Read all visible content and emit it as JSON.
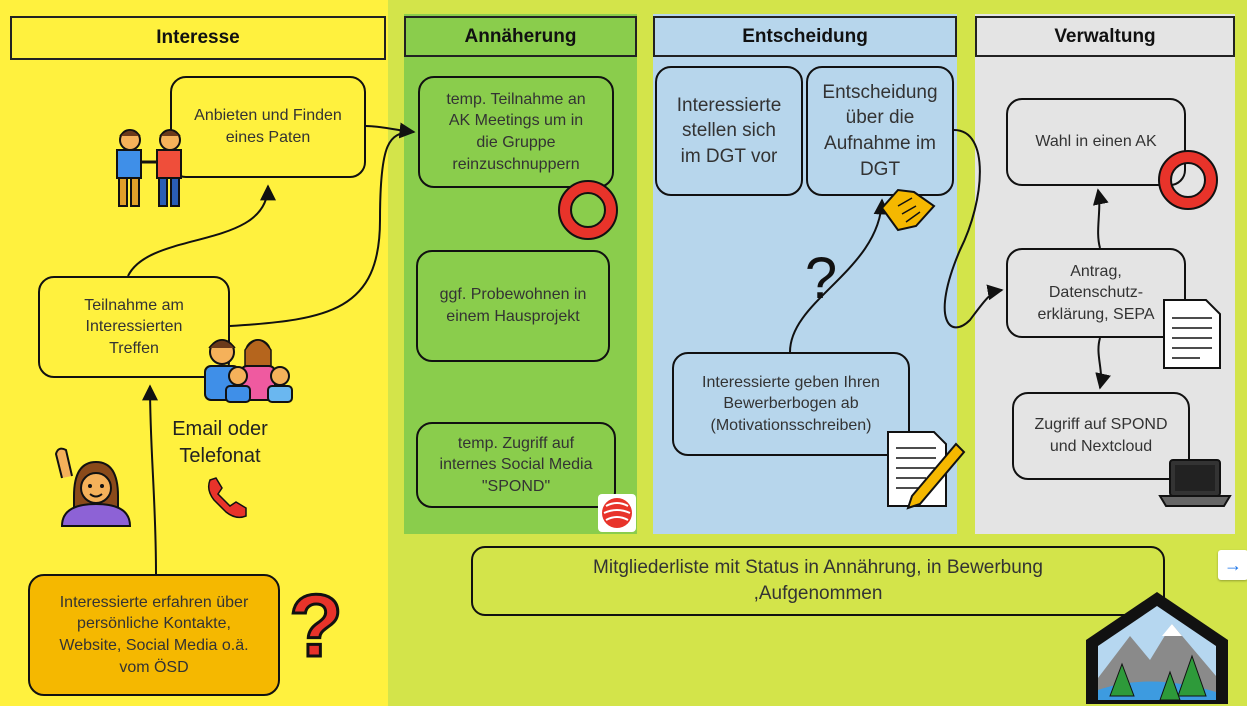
{
  "columns": [
    {
      "title": "Interesse",
      "color": "#fff13e"
    },
    {
      "title": "Annäherung",
      "color": "#8acd4c"
    },
    {
      "title": "Entscheidung",
      "color": "#b7d6ec"
    },
    {
      "title": "Verwaltung",
      "color": "#e4e4e4"
    }
  ],
  "interesse": {
    "pate": "Anbieten und Finden\neines Paten",
    "treffen": "Teilnahme am\nInteressierten\nTreffen",
    "email_label": "Email oder\nTelefonat",
    "erfahren": "Interessierte erfahren über\npersönliche Kontakte,\nWebsite, Social Media o.ä.\nvom ÖSD"
  },
  "annaeherung": {
    "meetings": "temp. Teilnahme an\nAK Meetings um in\ndie Gruppe\nreinzuschnuppern",
    "probewohnen": "ggf. Probewohnen in\neinem Hausprojekt",
    "zugriff": "temp. Zugriff auf\ninternes Social Media\n\"SPOND\""
  },
  "entscheidung": {
    "vorstellen": "Interessierte\nstellen sich\nim DGT vor",
    "aufnahme": "Entscheidung\nüber die\nAufnahme im\nDGT",
    "bewerbung": "Interessierte geben Ihren\nBewerberbogen ab\n(Motivationsschreiben)"
  },
  "verwaltung": {
    "wahl": "Wahl in einen AK",
    "antrag": "Antrag,\nDatenschutz-\nerklärung, SEPA",
    "spond": "Zugriff auf SPOND\nund Nextcloud"
  },
  "mitgliederliste": "Mitgliederliste mit Status in Annährung, in Bewerbung\n,Aufgenommen",
  "question_mark": "?",
  "nav_arrow": "→",
  "colors": {
    "background": "#d3e44a",
    "box_orange": "#f5b800",
    "lifebuoy_red": "#e8332a",
    "text": "#333333"
  }
}
